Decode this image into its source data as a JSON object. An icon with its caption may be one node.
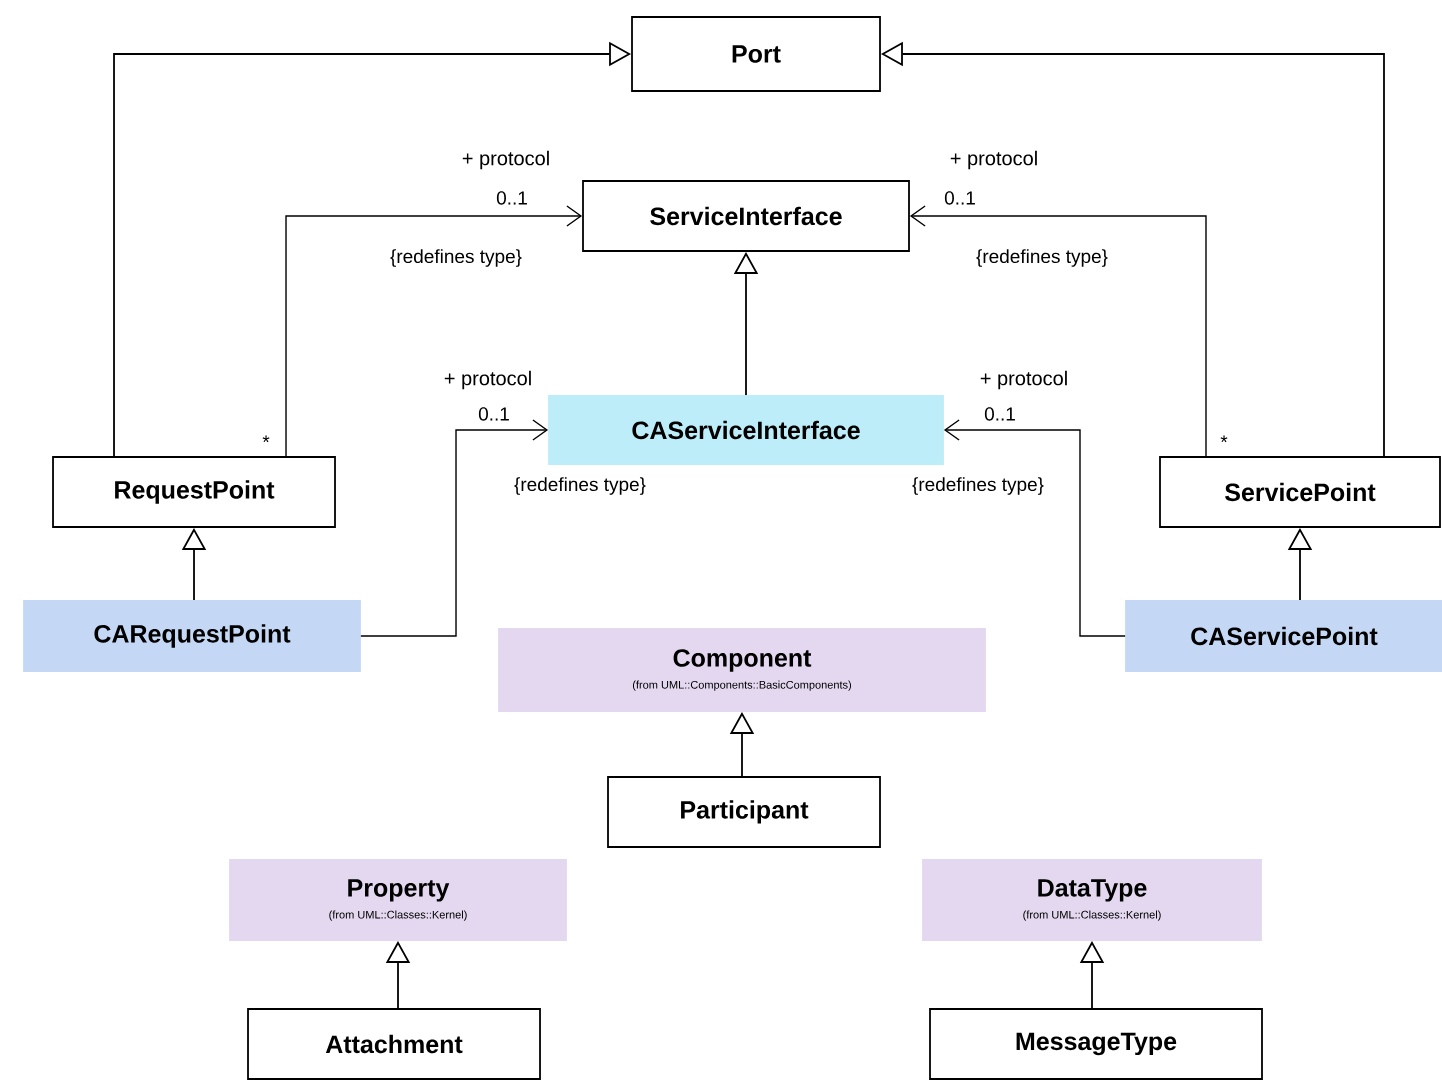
{
  "diagram": {
    "nodes": [
      {
        "text": [
          "Port"
        ]
      },
      {
        "text": [
          "ServiceInterface"
        ]
      },
      {
        "text": [
          "RequestPoint"
        ]
      },
      {
        "text": [
          "ServicePoint"
        ]
      },
      {
        "text": [
          "CAServiceInterface"
        ]
      },
      {
        "text": [
          "CARequestPoint"
        ]
      },
      {
        "text": [
          "CAServicePoint"
        ]
      },
      {
        "text": [
          "Component",
          "(from UML::Components::BasicComponents)"
        ]
      },
      {
        "text": [
          "Participant"
        ]
      },
      {
        "text": [
          "Property",
          "(from UML::Classes::Kernel)"
        ]
      },
      {
        "text": [
          "DataType",
          "(from UML::Classes::Kernel)"
        ]
      },
      {
        "text": [
          "Attachment"
        ]
      },
      {
        "text": [
          "MessageType"
        ]
      }
    ],
    "edges": [
      {
        "from": 2,
        "to": 0,
        "arrow": "to"
      },
      {
        "from": 3,
        "to": 0,
        "arrow": "to"
      },
      {
        "from": 2,
        "to": 1,
        "arrow": "to",
        "label": "+ protocol"
      },
      {
        "from": 3,
        "to": 1,
        "arrow": "to",
        "label": "+ protocol"
      },
      {
        "from": 4,
        "to": 1,
        "arrow": "to"
      },
      {
        "from": 5,
        "to": 4,
        "arrow": "to",
        "label": "+ protocol"
      },
      {
        "from": 6,
        "to": 4,
        "arrow": "to",
        "label": "+ protocol"
      },
      {
        "from": 5,
        "to": 2,
        "arrow": "to"
      },
      {
        "from": 6,
        "to": 3,
        "arrow": "to"
      },
      {
        "from": 8,
        "to": 7,
        "arrow": "to"
      },
      {
        "from": 11,
        "to": 9,
        "arrow": "to"
      },
      {
        "from": 12,
        "to": 10,
        "arrow": "to"
      }
    ],
    "labels": [
      "0..1",
      "0..1",
      "{redefines type}",
      "{redefines type}",
      "0..1",
      "0..1",
      "*",
      "*",
      "{redefines type}",
      "{redefines type}"
    ]
  }
}
